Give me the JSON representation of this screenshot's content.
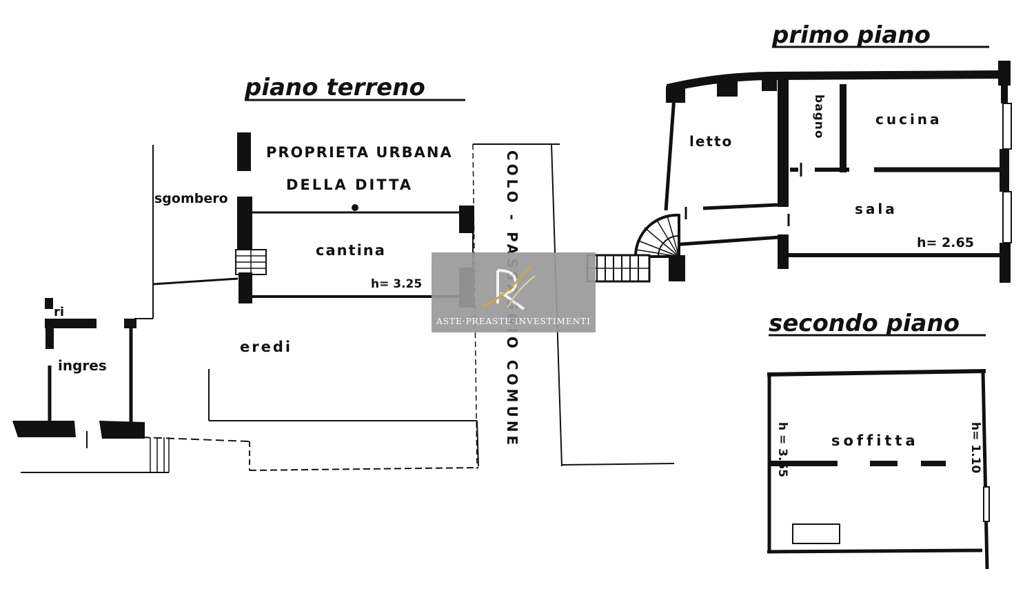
{
  "floors": {
    "ground": "piano terreno",
    "first": "primo piano",
    "second": "secondo piano"
  },
  "labels": {
    "proprieta_1": "PROPRIETA URBANA",
    "proprieta_2": "DELLA DITTA",
    "sgombero": "sgombero",
    "cantina": "cantina",
    "h_cantina": "h= 3.25",
    "eredi": "eredi",
    "ingresso": "ingres",
    "ri": "ri",
    "passaggio": "COLO - PASSAGGIO COMUNE",
    "letto": "letto",
    "bagno": "bagno",
    "cucina": "cucina",
    "sala": "sala",
    "h_sala": "h= 2.65",
    "soffitta": "soffitta",
    "h_soff_left": "h = 3.55",
    "h_soff_right": "h= 1.10"
  },
  "watermark": {
    "text": "ASTE·PREASTE·INVESTIMENTI",
    "bg_color": "#9a9a9a",
    "accent_color": "#c8a040"
  },
  "colors": {
    "ink": "#111111",
    "paper": "#ffffff"
  }
}
